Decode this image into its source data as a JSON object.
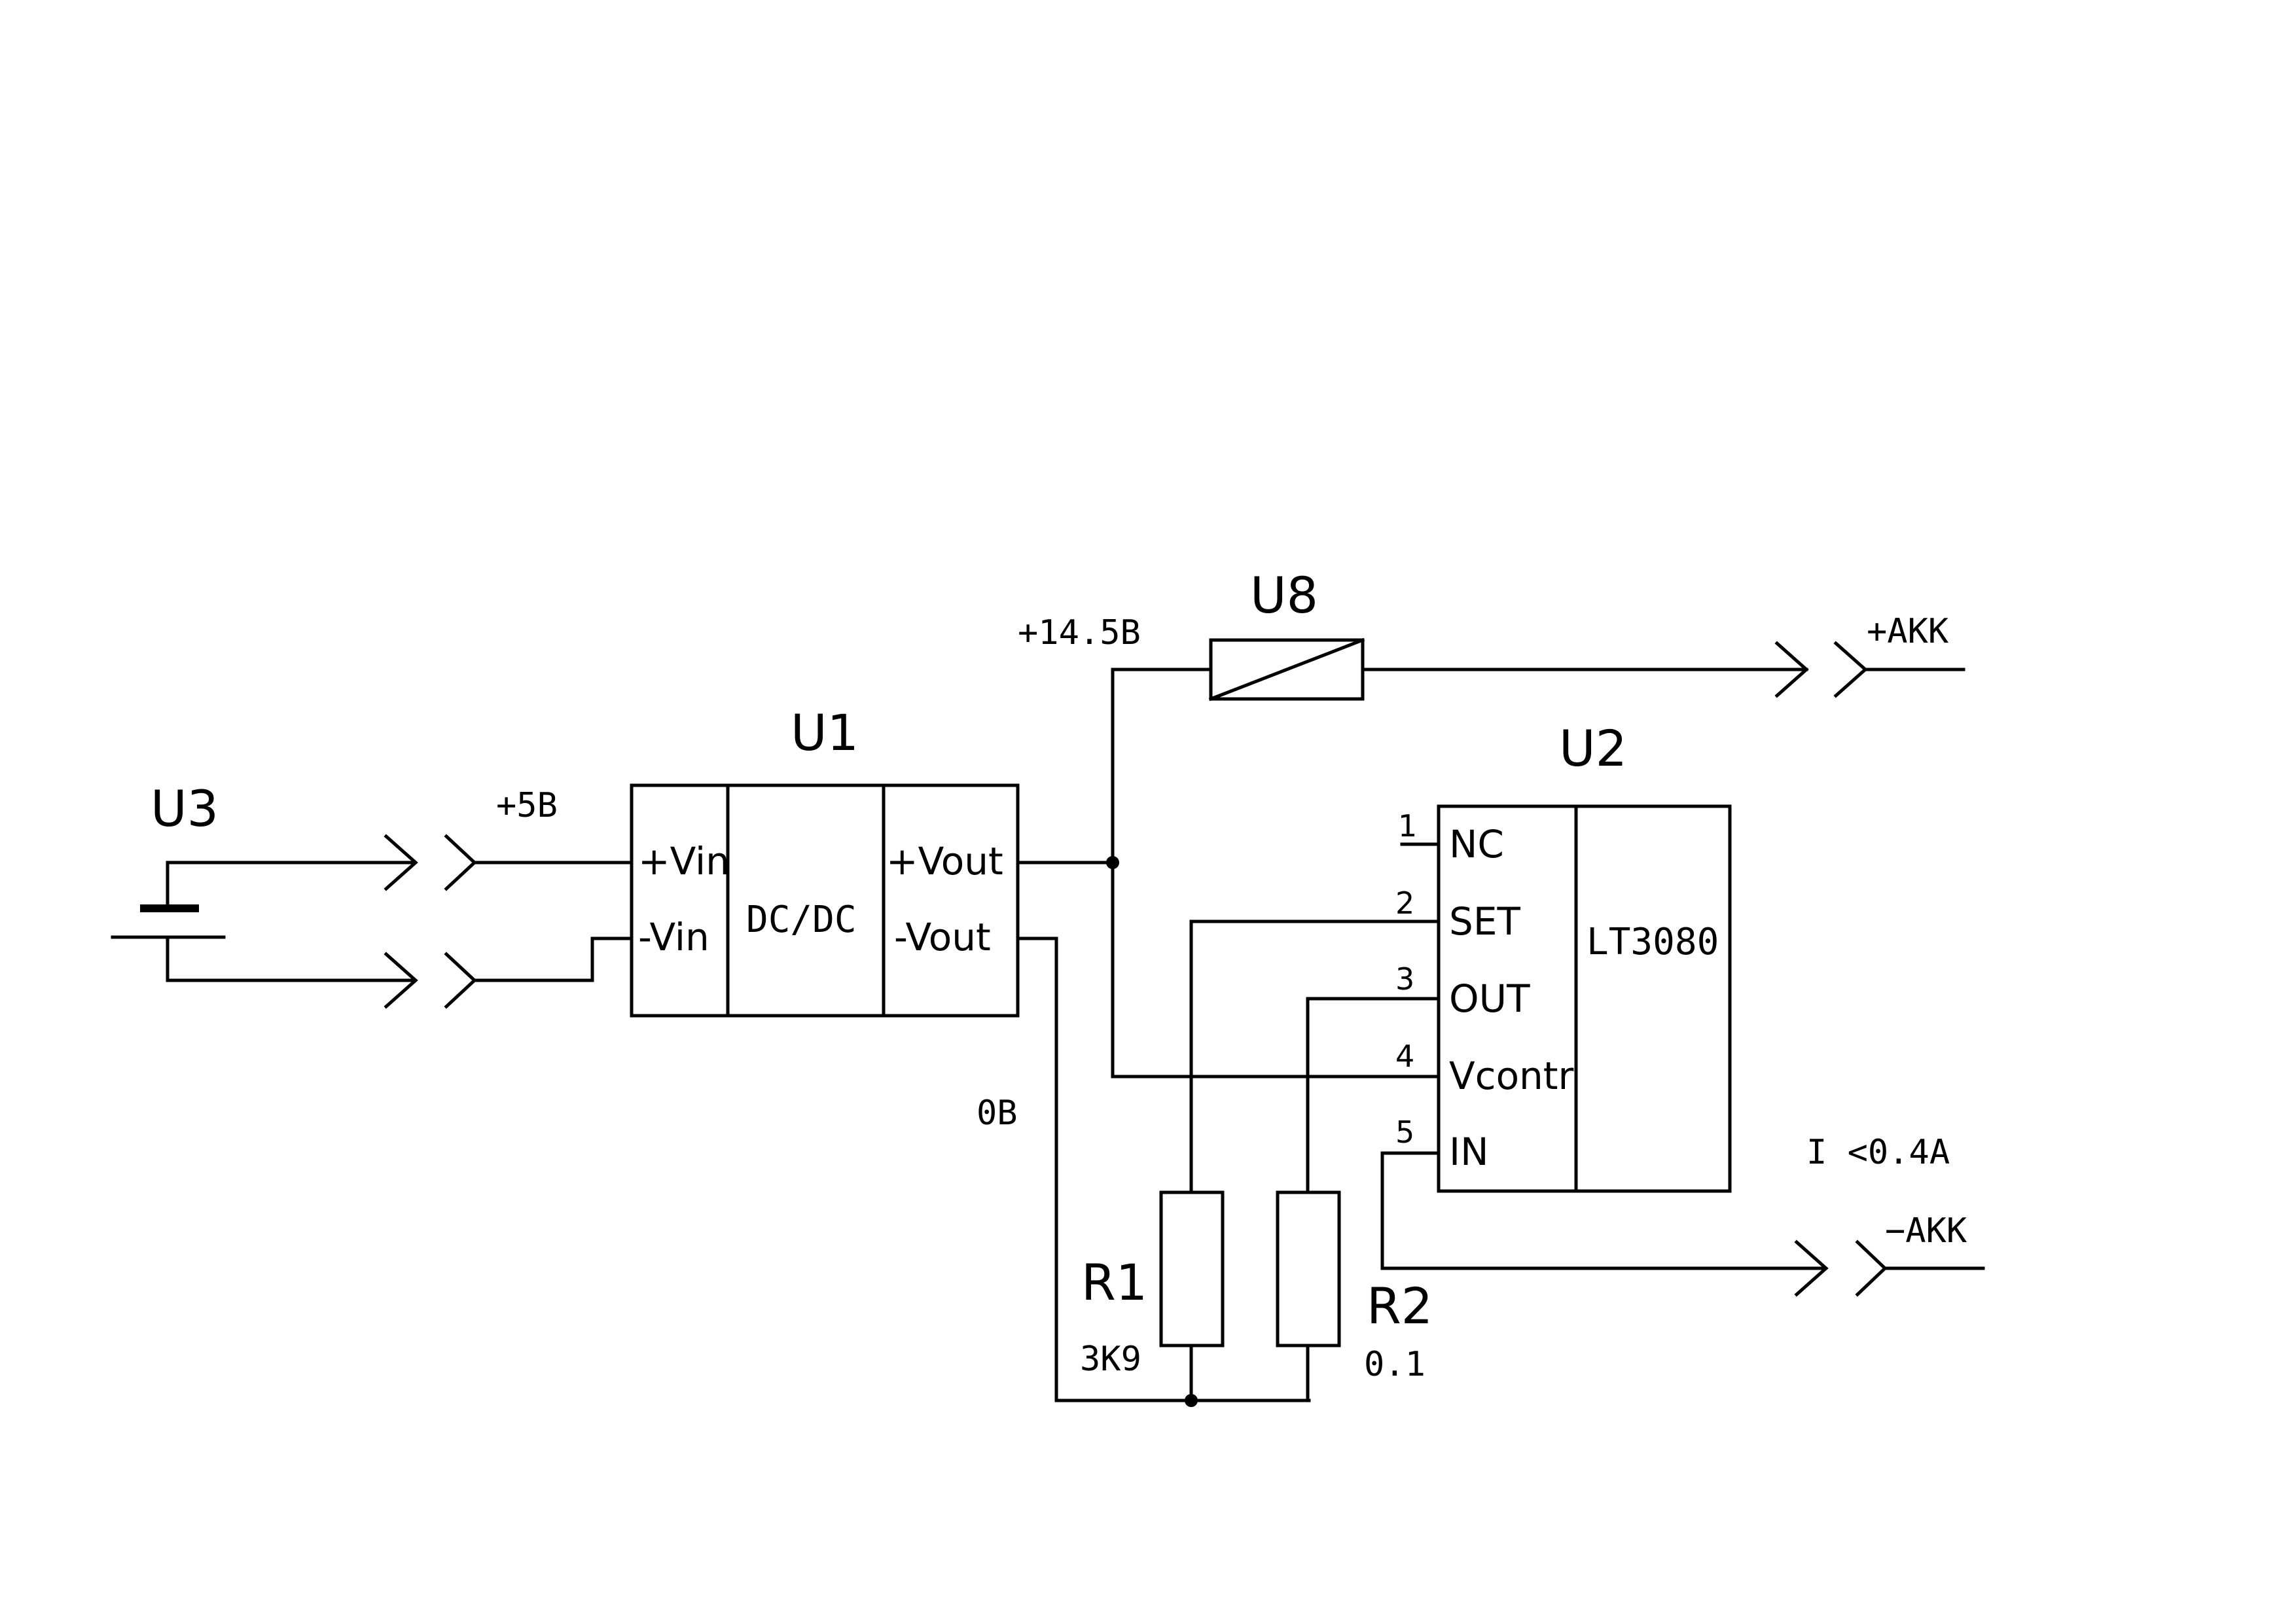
{
  "components": {
    "u3": {
      "ref": "U3"
    },
    "u1": {
      "ref": "U1",
      "pin_vin_pos": "+Vin",
      "pin_vin_neg": "-Vin",
      "body": "DC/DC",
      "pin_vout_pos": "+Vout",
      "pin_vout_neg": "-Vout"
    },
    "u8": {
      "ref": "U8"
    },
    "u2": {
      "ref": "U2",
      "part": "LT3080",
      "pins": [
        {
          "num": "1",
          "name": "NC"
        },
        {
          "num": "2",
          "name": "SET"
        },
        {
          "num": "3",
          "name": "OUT"
        },
        {
          "num": "4",
          "name": "Vcontr"
        },
        {
          "num": "5",
          "name": "IN"
        }
      ]
    },
    "r1": {
      "ref": "R1",
      "value": "3K9"
    },
    "r2": {
      "ref": "R2",
      "value": "0.1"
    }
  },
  "nets": {
    "plus5v": "+5B",
    "plus14v": "+14.5B",
    "zero": "0B",
    "akk_pos": "+AKK",
    "akk_neg": "−AKK"
  },
  "notes": {
    "current_limit": "I <0.4A"
  }
}
